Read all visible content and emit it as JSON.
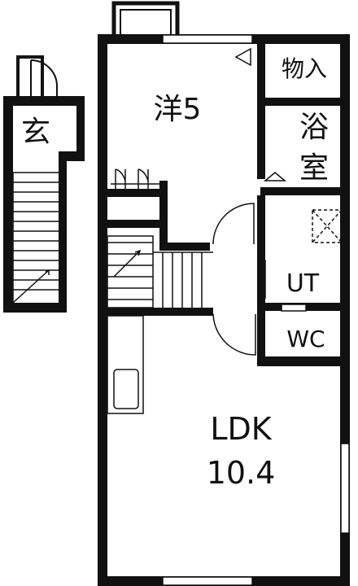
{
  "rooms": {
    "entrance": "玄",
    "western": "洋5",
    "storage": "物入",
    "bath_line1": "浴",
    "bath_line2": "室",
    "utility": "UT",
    "toilet": "WC",
    "ldk_name": "LDK",
    "ldk_size": "10.4"
  },
  "colors": {
    "wall": "#111111",
    "background": "#ffffff"
  }
}
